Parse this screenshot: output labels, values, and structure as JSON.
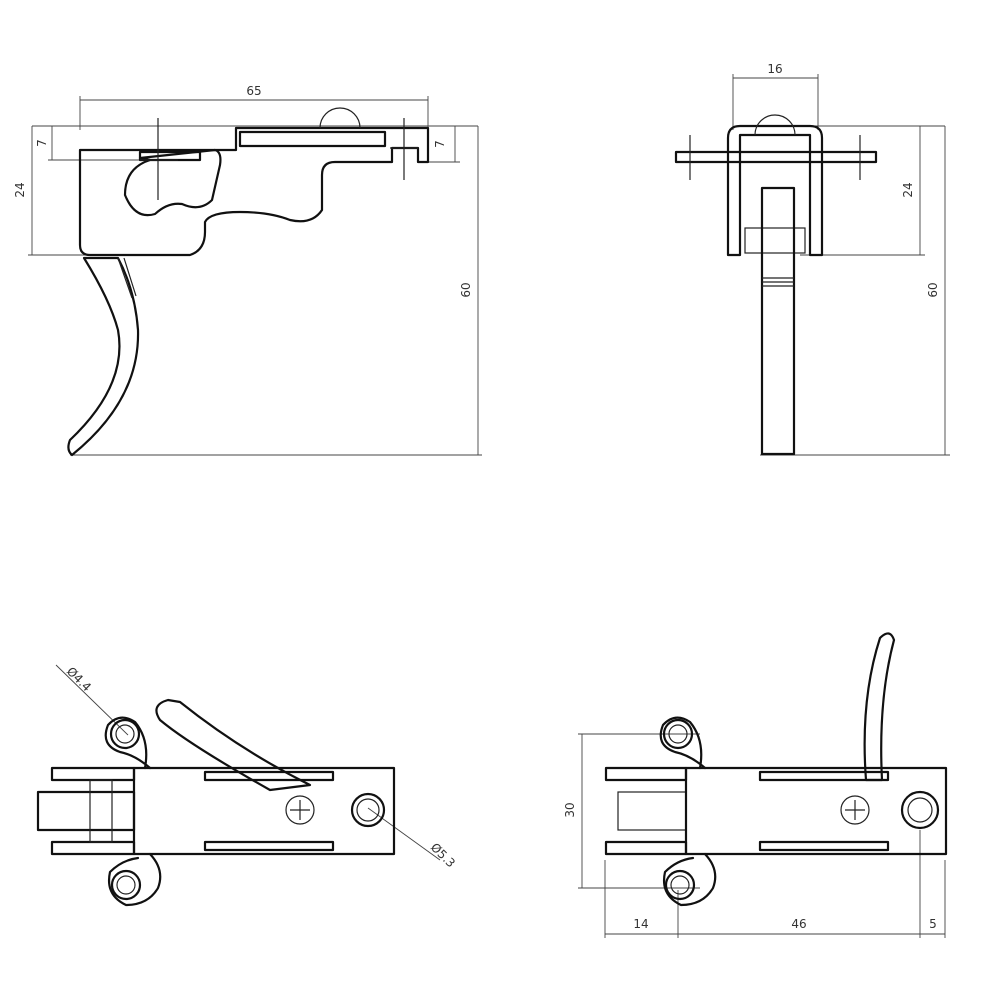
{
  "drawing": {
    "side_view": {
      "dim_length": "65",
      "dim_top_left": "7",
      "dim_top_right": "7",
      "dim_height_body": "24",
      "dim_height_total": "60"
    },
    "front_view": {
      "dim_width": "16",
      "dim_height_body": "24",
      "dim_height_total": "60"
    },
    "bottom_view_left": {
      "dim_hole_small": "Ø4.4",
      "dim_hole_large": "Ø5.3"
    },
    "bottom_view_right": {
      "dim_height": "30",
      "dim_left": "14",
      "dim_middle": "46",
      "dim_right": "5"
    }
  }
}
